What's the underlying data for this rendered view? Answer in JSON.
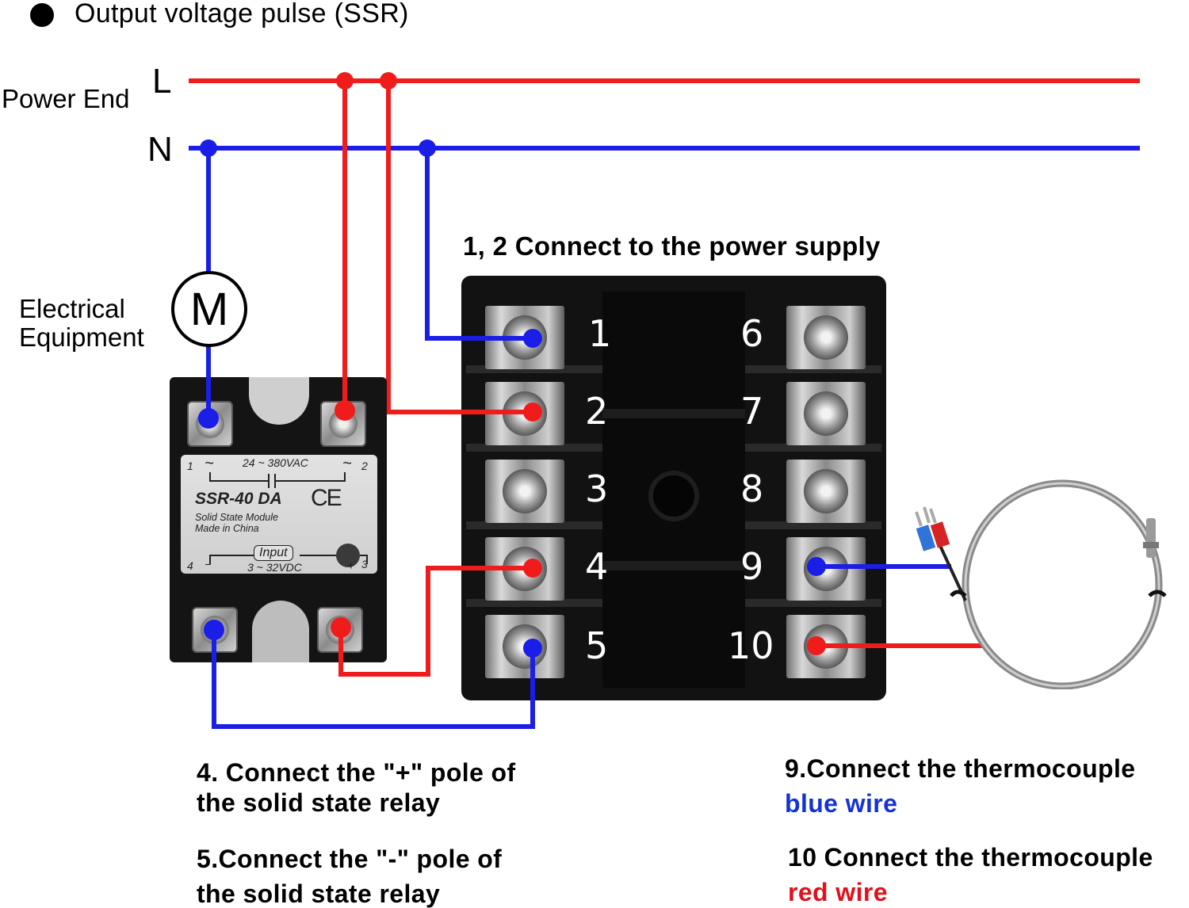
{
  "title": "Output voltage pulse (SSR)",
  "power": {
    "label": "Power End",
    "line_L": "L",
    "line_N": "N",
    "colors": {
      "live": "#f01c1c",
      "neutral": "#1a1ee6"
    }
  },
  "equipment": {
    "label_line1": "Electrical",
    "label_line2": "Equipment",
    "symbol": "M"
  },
  "ssr": {
    "terminal_1": "1",
    "terminal_2": "2",
    "terminal_3": "3",
    "terminal_4": "4",
    "ac_range": "24 ~ 380VAC",
    "model": "SSR-40 DA",
    "subtitle": "Solid State Module",
    "origin": "Made in China",
    "ce_mark": "CE",
    "input_label": "Input",
    "dc_range": "3 ~ 32VDC",
    "tilde": "~",
    "minus": "−",
    "plus": "+"
  },
  "terminal_block": {
    "caption": "1, 2 Connect to the power supply",
    "left_terminals": [
      "1",
      "2",
      "3",
      "4",
      "5"
    ],
    "right_terminals": [
      "6",
      "7",
      "8",
      "9",
      "10"
    ]
  },
  "notes": {
    "n4_line1": "4. Connect the \"+\" pole of",
    "n4_line2": "the solid state relay",
    "n5_line1": "5.Connect the \"-\" pole of",
    "n5_line2": "the solid state relay",
    "n9_line1": "9.Connect the thermocouple",
    "n9_line2": "blue wire",
    "n10_line1": "10 Connect the thermocouple",
    "n10_line2": "red wire"
  }
}
